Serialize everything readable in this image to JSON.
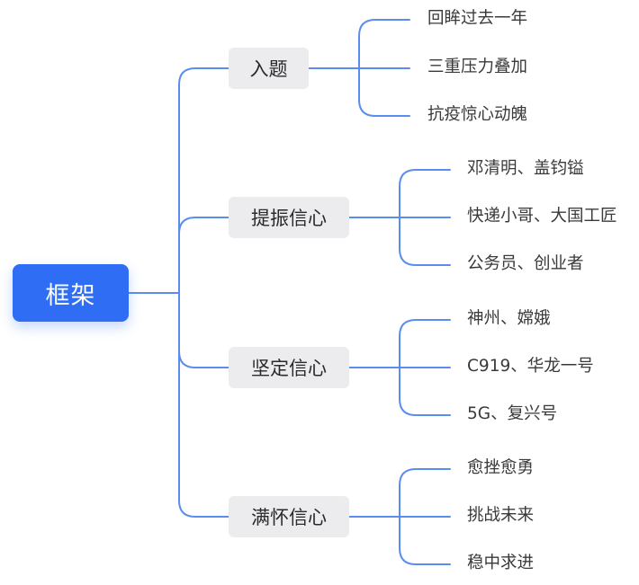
{
  "root": {
    "label": "框架"
  },
  "branches": [
    {
      "label": "入题",
      "children": [
        "回眸过去一年",
        "三重压力叠加",
        "抗疫惊心动魄"
      ]
    },
    {
      "label": "提振信心",
      "children": [
        "邓清明、盖钧镒",
        "快递小哥、大国工匠",
        "公务员、创业者"
      ]
    },
    {
      "label": "坚定信心",
      "children": [
        "神州、嫦娥",
        "C919、华龙一号",
        "5G、复兴号"
      ]
    },
    {
      "label": "满怀信心",
      "children": [
        "愈挫愈勇",
        "挑战未来",
        "稳中求进"
      ]
    }
  ],
  "colors": {
    "root_fill": "#2f6ef4",
    "branch_fill": "#ececee",
    "connector": "#5b8def"
  }
}
